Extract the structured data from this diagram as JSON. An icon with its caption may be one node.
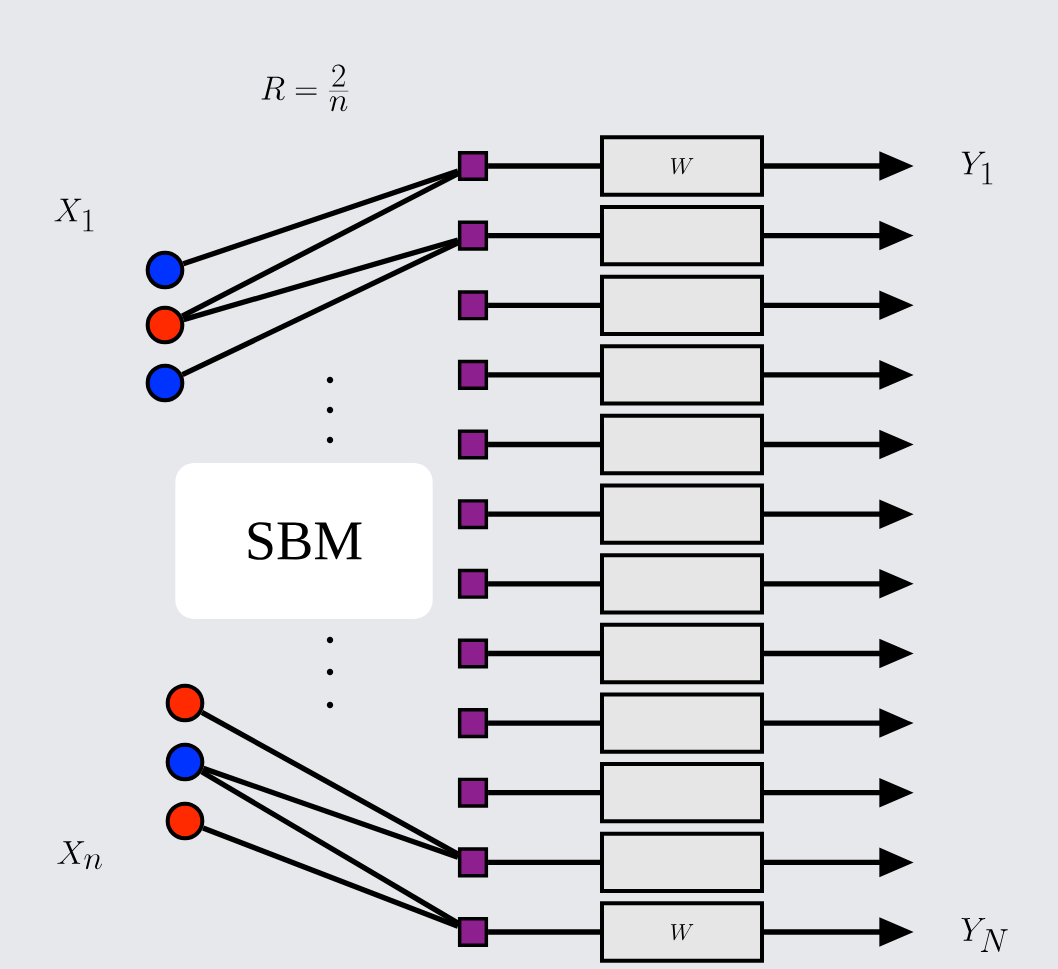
{
  "diagram": {
    "nodes": [
      {
        "text": [],
        "shape": "circle"
      },
      {
        "text": [],
        "shape": "circle"
      },
      {
        "text": [],
        "shape": "circle"
      },
      {
        "text": [],
        "shape": "circle"
      },
      {
        "text": [],
        "shape": "circle"
      },
      {
        "text": [],
        "shape": "circle"
      },
      {
        "text": [
          "SBM"
        ]
      },
      {
        "text": [],
        "shape": "box"
      },
      {
        "text": [],
        "shape": "box"
      },
      {
        "text": [],
        "shape": "box"
      },
      {
        "text": [],
        "shape": "box"
      },
      {
        "text": [],
        "shape": "box"
      },
      {
        "text": [],
        "shape": "box"
      },
      {
        "text": [],
        "shape": "box"
      },
      {
        "text": [],
        "shape": "box"
      },
      {
        "text": [],
        "shape": "box"
      },
      {
        "text": [],
        "shape": "box"
      },
      {
        "text": [],
        "shape": "box"
      },
      {
        "text": [],
        "shape": "box"
      },
      {
        "text": [
          "W"
        ]
      },
      {
        "text": [],
        "shape": "box"
      },
      {
        "text": [],
        "shape": "box"
      },
      {
        "text": [],
        "shape": "box"
      },
      {
        "text": [],
        "shape": "box"
      },
      {
        "text": [],
        "shape": "box"
      },
      {
        "text": [],
        "shape": "box"
      },
      {
        "text": [],
        "shape": "box"
      },
      {
        "text": [],
        "shape": "box"
      },
      {
        "text": [],
        "shape": "box"
      },
      {
        "text": [],
        "shape": "box"
      },
      {
        "text": [
          "W"
        ]
      }
    ],
    "edges": [
      {
        "from": 0,
        "to": 7,
        "arrow": "none"
      },
      {
        "from": 1,
        "to": 7,
        "arrow": "none"
      },
      {
        "from": 1,
        "to": 8,
        "arrow": "none"
      },
      {
        "from": 2,
        "to": 8,
        "arrow": "none"
      },
      {
        "from": 3,
        "to": 17,
        "arrow": "none"
      },
      {
        "from": 4,
        "to": 17,
        "arrow": "none"
      },
      {
        "from": 4,
        "to": 18,
        "arrow": "none"
      },
      {
        "from": 5,
        "to": 18,
        "arrow": "none"
      },
      {
        "from": 7,
        "to": 19,
        "arrow": "none"
      },
      {
        "from": 8,
        "to": 20,
        "arrow": "none"
      },
      {
        "from": 9,
        "to": 21,
        "arrow": "none"
      },
      {
        "from": 10,
        "to": 22,
        "arrow": "none"
      },
      {
        "from": 11,
        "to": 23,
        "arrow": "none"
      },
      {
        "from": 12,
        "to": 24,
        "arrow": "none"
      },
      {
        "from": 13,
        "to": 25,
        "arrow": "none"
      },
      {
        "from": 14,
        "to": 26,
        "arrow": "none"
      },
      {
        "from": 15,
        "to": 27,
        "arrow": "none"
      },
      {
        "from": 16,
        "to": 28,
        "arrow": "none"
      },
      {
        "from": 17,
        "to": 29,
        "arrow": "none"
      },
      {
        "from": 18,
        "to": 30,
        "arrow": "none"
      },
      {
        "from": 19,
        "to": null,
        "arrow": "to"
      },
      {
        "from": 20,
        "to": null,
        "arrow": "to"
      },
      {
        "from": 21,
        "to": null,
        "arrow": "to"
      },
      {
        "from": 22,
        "to": null,
        "arrow": "to"
      },
      {
        "from": 23,
        "to": null,
        "arrow": "to"
      },
      {
        "from": 24,
        "to": null,
        "arrow": "to"
      },
      {
        "from": 25,
        "to": null,
        "arrow": "to"
      },
      {
        "from": 26,
        "to": null,
        "arrow": "to"
      },
      {
        "from": 27,
        "to": null,
        "arrow": "to"
      },
      {
        "from": 28,
        "to": null,
        "arrow": "to"
      },
      {
        "from": 29,
        "to": null,
        "arrow": "to"
      },
      {
        "from": 30,
        "to": null,
        "arrow": "to"
      }
    ],
    "labels": [
      "R = \\frac{2}{n}",
      "X_1",
      "Y_1",
      "X_n",
      "Y_N"
    ]
  }
}
